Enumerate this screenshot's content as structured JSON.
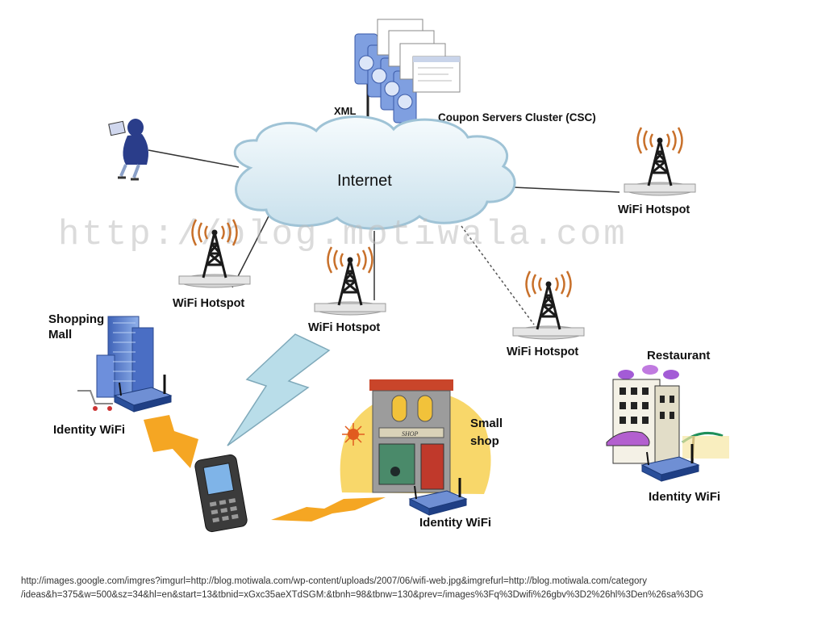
{
  "labels": {
    "xml": "XML",
    "csc": "Coupon Servers Cluster (CSC)",
    "internet": "Internet",
    "watermark": "http://blog.motiwala.com",
    "hotspot_right": "WiFi Hotspot",
    "hotspot_left": "WiFi Hotspot",
    "hotspot_center": "WiFi Hotspot",
    "hotspot_lower_right": "WiFi Hotspot",
    "mall_line1": "Shopping",
    "mall_line2": "Mall",
    "identity_mall": "Identity WiFi",
    "shop_line1": "Small",
    "shop_line2": "shop",
    "identity_shop": "Identity WiFi",
    "restaurant": "Restaurant",
    "identity_restaurant": "Identity WiFi",
    "shop_sign": "SHOP"
  },
  "caption": {
    "line1": "http://images.google.com/imgres?imgurl=http://blog.motiwala.com/wp-content/uploads/2007/06/wifi-web.jpg&imgrefurl=http://blog.motiwala.com/category",
    "line2": "/ideas&h=375&w=500&sz=34&hl=en&start=13&tbnid=xGxc35aeXTdSGM:&tbnh=98&tbnw=130&prev=/images%3Fq%3Dwifi%26gbv%3D2%26hl%3Den%26sa%3DG"
  },
  "colors": {
    "cloud": "#dfeef6",
    "cloud_edge": "#9fc3d6",
    "tower": "#1a1a1a",
    "signal": "#c8702a",
    "bolt_blue": "#b9dde9",
    "bolt_orange": "#f5a623",
    "router": "#2a4f9a",
    "building": "#5a7fd0",
    "shop_bg": "#f8d76a"
  }
}
